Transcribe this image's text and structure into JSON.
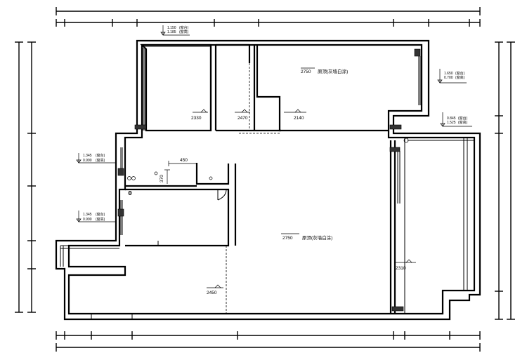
{
  "ceilings": {
    "top_right_room": {
      "height": "2750",
      "label": "原顶(灰墙白涂)"
    },
    "main_hall": {
      "height": "2750",
      "label": "原顶(灰墙白涂)"
    }
  },
  "ceiling_heights": {
    "left_bedroom": "2330",
    "corridor": "2470",
    "top_right_lower": "2140",
    "right_balcony": "2310",
    "bottom_left": "2450"
  },
  "small_dims": {
    "width": "450",
    "height": "370"
  },
  "window_marks": {
    "top_window": {
      "line1": "1.150",
      "unit1": "(窗台)",
      "line2": "1.185",
      "unit2": "(窗高)"
    },
    "right_window": {
      "line1": "1.650",
      "unit1": "(窗台)",
      "line2": "0.700",
      "unit2": "(窗高)"
    },
    "right_door": {
      "line1": "0.845",
      "unit1": "(窗台)",
      "line2": "1.525",
      "unit2": "(窗高)"
    },
    "left_upper": {
      "line1": "1.345",
      "unit1": "(窗台)",
      "line2": "0.990",
      "unit2": "(窗高)"
    },
    "left_lower": {
      "line1": "1.345",
      "unit1": "(窗台)",
      "line2": "0.990",
      "unit2": "(窗高)"
    }
  }
}
